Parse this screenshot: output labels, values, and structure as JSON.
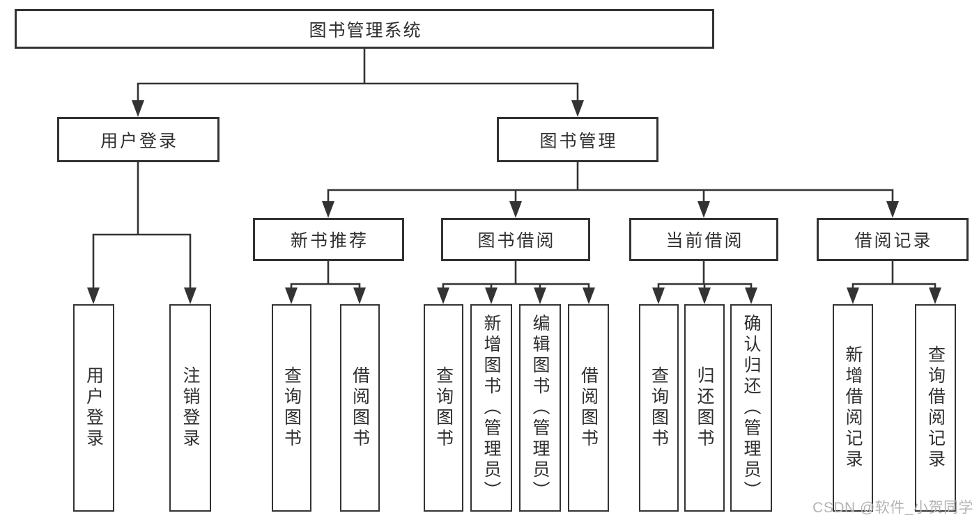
{
  "diagram": {
    "root": {
      "label": "图书管理系统"
    },
    "branches": [
      {
        "label": "用户登录",
        "children": [
          {
            "label": "用户登录"
          },
          {
            "label": "注销登录"
          }
        ]
      },
      {
        "label": "图书管理",
        "sections": [
          {
            "label": "新书推荐",
            "children": [
              {
                "label": "查询图书"
              },
              {
                "label": "借阅图书"
              }
            ]
          },
          {
            "label": "图书借阅",
            "children": [
              {
                "label": "查询图书"
              },
              {
                "label": "新增图书（管理员）"
              },
              {
                "label": "编辑图书（管理员）"
              },
              {
                "label": "借阅图书"
              }
            ]
          },
          {
            "label": "当前借阅",
            "children": [
              {
                "label": "查询图书"
              },
              {
                "label": "归还图书"
              },
              {
                "label": "确认归还（管理员）"
              }
            ]
          },
          {
            "label": "借阅记录",
            "children": [
              {
                "label": "新增借阅记录"
              },
              {
                "label": "查询借阅记录"
              }
            ]
          }
        ]
      }
    ]
  },
  "watermark": {
    "text": "CSDN @软件_小贺同学"
  },
  "colors": {
    "line": "#333333",
    "border": "#333333",
    "background": "#ffffff",
    "text": "#2f2f2f",
    "watermark": "#b3b3b3"
  }
}
